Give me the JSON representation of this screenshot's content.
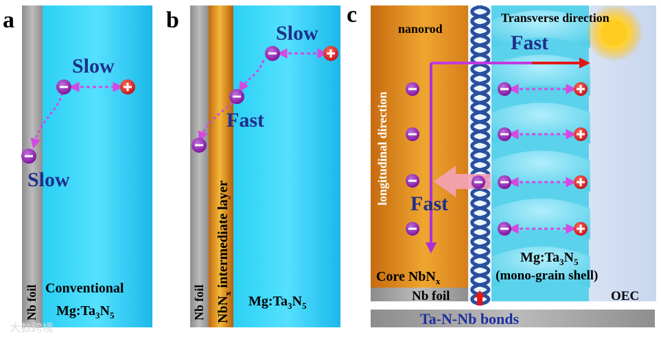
{
  "panels": {
    "a": {
      "label": "a",
      "foil": "Nb foil",
      "slow_top": "Slow",
      "slow_bottom": "Slow",
      "caption_line1": "Conventional",
      "caption_line2_base": "Mg:Ta",
      "caption_line2_sub1": "3",
      "caption_line2_mid": "N",
      "caption_line2_sub2": "5"
    },
    "b": {
      "label": "b",
      "foil": "Nb foil",
      "layer_base": "NbN",
      "layer_sub": "x",
      "layer_rest": " intermediate layer",
      "slow": "Slow",
      "fast": "Fast",
      "caption_base": "Mg:Ta",
      "caption_sub1": "3",
      "caption_mid": "N",
      "caption_sub2": "5"
    },
    "c": {
      "label": "c",
      "nanorod": "nanorod",
      "transverse": "Transverse direction",
      "fast_top": "Fast",
      "longitudinal": "longitudinal direction",
      "fast_mid": "Fast",
      "shell_base": "Mg:Ta",
      "shell_sub1": "3",
      "shell_mid": "N",
      "shell_sub2": "5",
      "shell_line2": "(mono-grain shell)",
      "core_base": "Core NbN",
      "core_sub": "x",
      "foil": "Nb foil",
      "oec": "OEC",
      "bonds": "Ta-N-Nb bonds"
    }
  },
  "watermark": "大数跨境",
  "colors": {
    "electron": "#8a1aa8",
    "hole": "#d8141c",
    "text_blue": "#1f2f8a",
    "arrow_magenta": "#d24be0",
    "cyan": "#22c8f0"
  }
}
